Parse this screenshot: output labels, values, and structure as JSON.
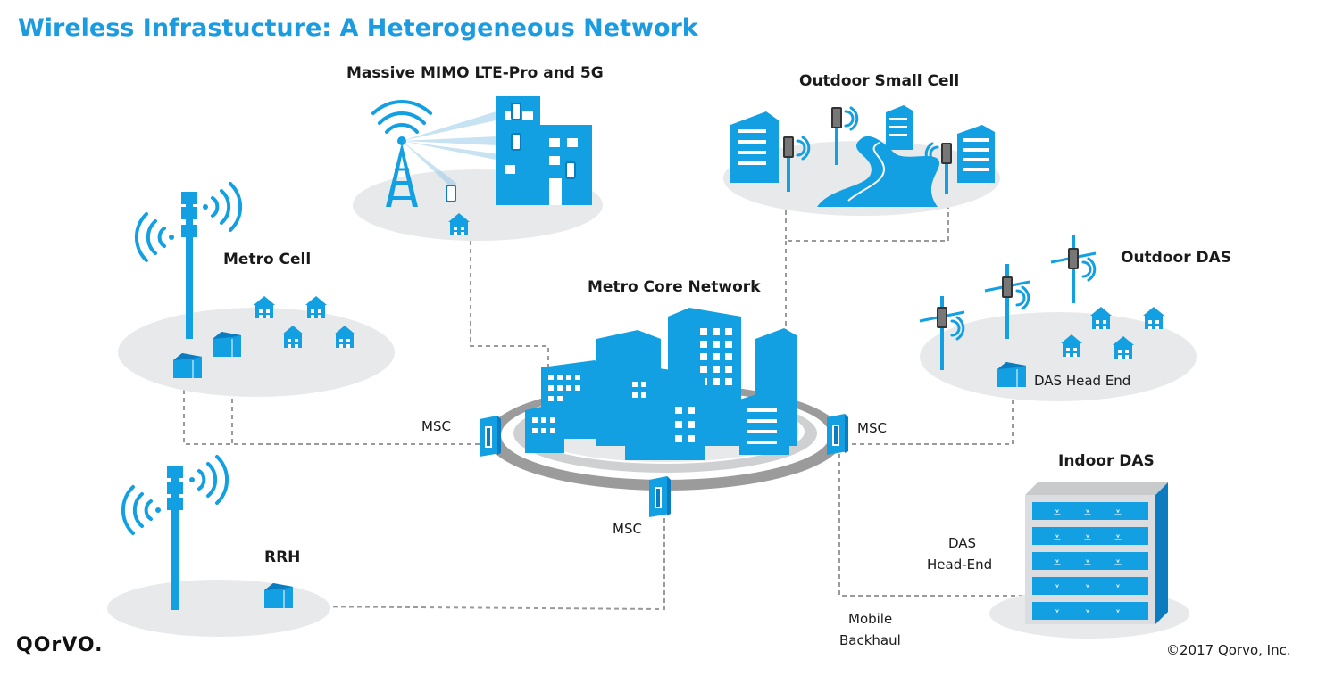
{
  "title": "Wireless Infrastucture: A Heterogeneous Network",
  "labels": {
    "massive_mimo": "Massive MIMO LTE-Pro and 5G",
    "outdoor_small_cell": "Outdoor Small Cell",
    "metro_cell": "Metro Cell",
    "metro_core": "Metro Core Network",
    "outdoor_das": "Outdoor DAS",
    "das_head_end_small": "DAS Head End",
    "msc_left": "MSC",
    "msc_right": "MSC",
    "msc_bottom": "MSC",
    "indoor_das": "Indoor DAS",
    "das_headend_line1": "DAS",
    "das_headend_line2": "Head-End",
    "rrh": "RRH",
    "mobile_backhaul_line1": "Mobile",
    "mobile_backhaul_line2": "Backhaul"
  },
  "footer": {
    "logo": "QOrVO.",
    "copyright": "©2017 Qorvo, Inc."
  },
  "colors": {
    "accent": "#13a0e2",
    "dark_accent": "#0b7cbf",
    "platform": "#e8e9eb",
    "ring": "#9b9b9b",
    "connector": "#9a9a9a"
  }
}
